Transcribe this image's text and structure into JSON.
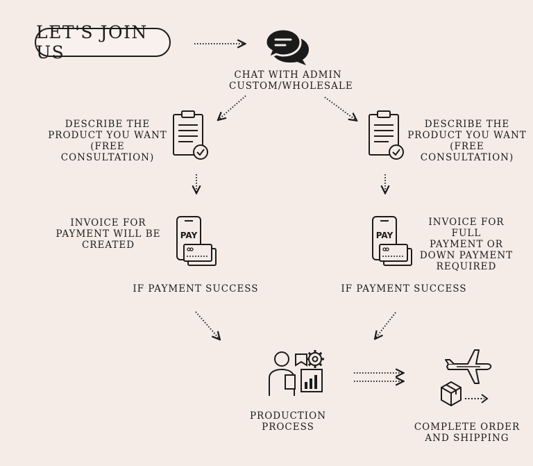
{
  "start": {
    "label": "LET'S JOIN US"
  },
  "chat": {
    "line1": "CHAT WITH ADMIN",
    "line2": "CUSTOM/WHOLESALE",
    "icon": "chat-bubbles-icon"
  },
  "left": {
    "describe": [
      "DESCRIBE THE",
      "PRODUCT YOU WANT",
      "(FREE CONSULTATION)"
    ],
    "invoice": [
      "INVOICE FOR",
      "PAYMENT WILL BE",
      "CREATED"
    ],
    "success": "IF PAYMENT SUCCESS"
  },
  "right": {
    "describe": [
      "DESCRIBE THE",
      "PRODUCT YOU WANT",
      "(FREE CONSULTATION)"
    ],
    "invoice": [
      "INVOICE FOR FULL",
      "PAYMENT OR",
      "DOWN PAYMENT",
      "REQUIRED"
    ],
    "success": "IF PAYMENT SUCCESS"
  },
  "pay_label": "PAY",
  "production": [
    "PRODUCTION",
    "PROCESS"
  ],
  "shipping": [
    "COMPLETE ORDER",
    "AND SHIPPING"
  ],
  "colors": {
    "background": "#f5ece8",
    "ink": "#1b1b1b"
  }
}
